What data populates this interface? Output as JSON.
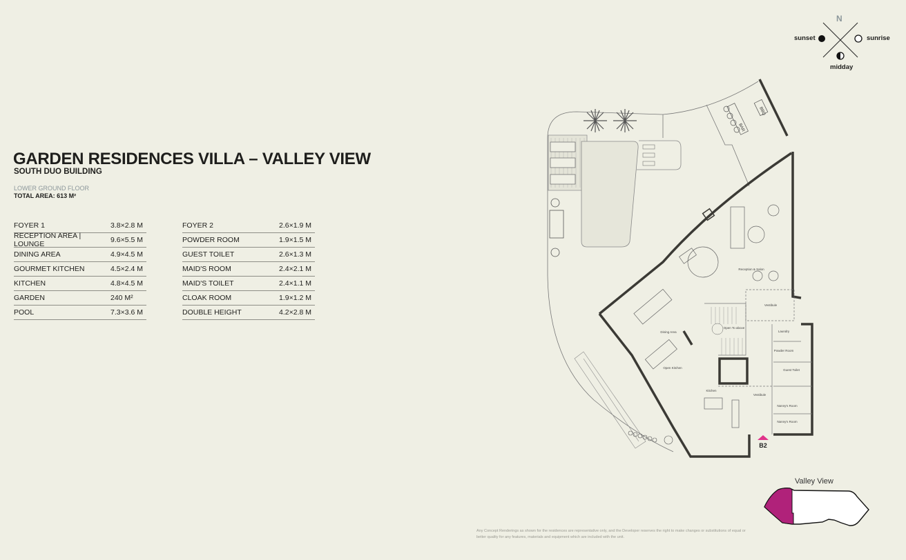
{
  "header": {
    "title": "GARDEN RESIDENCES VILLA – VALLEY VIEW",
    "subtitle": "SOUTH DUO BUILDING",
    "floor": "LOWER GROUND FLOOR",
    "total_area": "TOTAL AREA: 613 M²"
  },
  "rooms_left": [
    {
      "name": "FOYER 1",
      "size": "3.8×2.8 M"
    },
    {
      "name": "RECEPTION AREA | LOUNGE",
      "size": "9.6×5.5 M"
    },
    {
      "name": "DINING AREA",
      "size": "4.9×4.5 M"
    },
    {
      "name": "GOURMET KITCHEN",
      "size": "4.5×2.4 M"
    },
    {
      "name": "KITCHEN",
      "size": "4.8×4.5 M"
    },
    {
      "name": "GARDEN",
      "size": "240 M²"
    },
    {
      "name": "POOL",
      "size": "7.3×3.6 M"
    }
  ],
  "rooms_right": [
    {
      "name": "FOYER 2",
      "size": "2.6×1.9 M"
    },
    {
      "name": "POWDER ROOM",
      "size": "1.9×1.5 M"
    },
    {
      "name": "GUEST TOILET",
      "size": "2.6×1.3 M"
    },
    {
      "name": "MAID'S ROOM",
      "size": "2.4×2.1 M"
    },
    {
      "name": "MAID'S TOILET",
      "size": "2.4×1.1 M"
    },
    {
      "name": "CLOAK ROOM",
      "size": "1.9×1.2 M"
    },
    {
      "name": "DOUBLE HEIGHT",
      "size": "4.2×2.8 M"
    }
  ],
  "compass": {
    "north": "N",
    "sunset": "sunset",
    "sunrise": "sunrise",
    "midday": "midday"
  },
  "plan": {
    "labels": {
      "reception": "Reception & Salon",
      "vestibule_top": "Vestibule",
      "dining": "Dining Area",
      "open_kitchen": "Open Kitchen",
      "kitchen": "Kitchen",
      "vestibule_bottom": "Vestibule",
      "laundry": "Laundry",
      "powder": "Powder Room",
      "guest_toilet": "Guest Toilet",
      "nanny1": "Nanny's Room",
      "nanny2": "Nanny's Room",
      "open_above": "Open To above",
      "bar": "BAR",
      "bbq": "BBQ"
    },
    "entrance": "B2",
    "entrance_color": "#e0338a"
  },
  "keyplan": {
    "label": "Valley View",
    "highlight_color": "#b0227a"
  },
  "disclaimer": "Any Concept Renderings as shown for the residences are representative only, and the Developer reserves the right to make changes or substitutions of equal or better quality for any features, materials and equipment which are included with the unit."
}
